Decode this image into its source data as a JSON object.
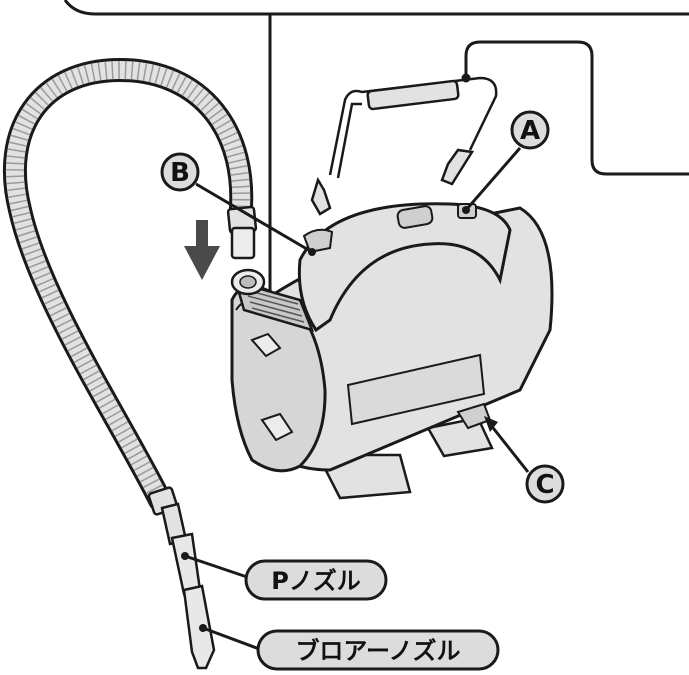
{
  "callouts": {
    "a": "A",
    "b": "B",
    "c": "C"
  },
  "labels": {
    "p_nozzle": "Pノズル",
    "blower_nozzle": "ブロアーノズル"
  },
  "indicators": {
    "insert_direction": "down"
  },
  "colors": {
    "outline": "#1a1a1a",
    "body_fill": "#e2e2e2",
    "label_fill": "#dcdcdc",
    "arrow_fill": "#4a4a4a",
    "white": "#ffffff"
  }
}
